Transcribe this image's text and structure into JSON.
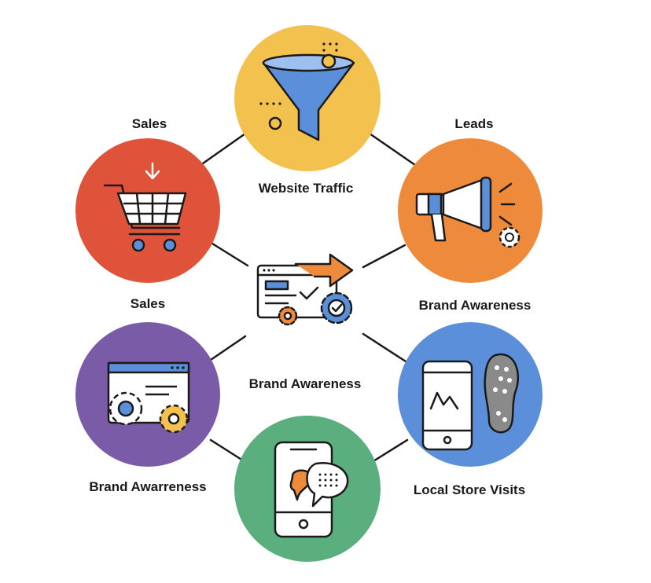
{
  "labels": {
    "website_traffic": "Website Traffic",
    "sales_top": "Sales",
    "leads": "Leads",
    "sales_mid": "Sales",
    "brand_awareness_right": "Brand Awareness",
    "brand_awareness_center": "Brand Awareness",
    "brand_awarreness_left": "Brand Awarreness",
    "local_store_visits": "Local Store Visits"
  },
  "nodes": [
    {
      "id": "website-traffic",
      "icon": "funnel-icon",
      "color": "#F2C14E"
    },
    {
      "id": "leads",
      "icon": "megaphone-icon",
      "color": "#EE8A3B"
    },
    {
      "id": "local-store-visits",
      "icon": "smartphone-footprint-icon",
      "color": "#5B8FD9"
    },
    {
      "id": "engagement",
      "icon": "chat-phone-icon",
      "color": "#5BAE7E"
    },
    {
      "id": "brand-awareness",
      "icon": "browser-gears-icon",
      "color": "#7A5BA8"
    },
    {
      "id": "sales",
      "icon": "shopping-cart-icon",
      "color": "#E0533B"
    },
    {
      "id": "center",
      "icon": "browser-arrow-gears-icon",
      "color": "#ffffff"
    }
  ],
  "colors": {
    "yellow": "#F2C14E",
    "orange": "#EE8A3B",
    "blue": "#5B8FD9",
    "green": "#5BAE7E",
    "purple": "#7A5BA8",
    "red": "#E0533B",
    "accent_blue": "#5B8FD9",
    "accent_orange": "#EE8A3B",
    "line": "#1a1a1a"
  }
}
